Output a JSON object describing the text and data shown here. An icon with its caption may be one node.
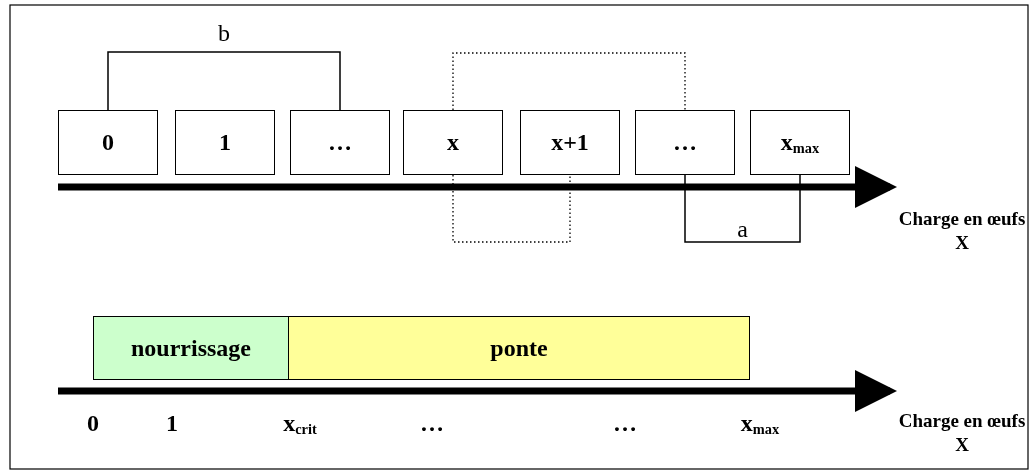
{
  "diagram": {
    "nodes": [
      {
        "text": [
          "0"
        ]
      },
      {
        "text": [
          "1"
        ]
      },
      {
        "text": [
          "…"
        ]
      },
      {
        "text": [
          "x"
        ]
      },
      {
        "text": [
          "x+1"
        ]
      },
      {
        "text": [
          "…"
        ]
      },
      {
        "text": [
          "x$_{max}$"
        ]
      },
      {
        "text": [
          "nourrissage"
        ]
      },
      {
        "text": [
          "ponte"
        ]
      }
    ],
    "edges": [
      {
        "from": 0,
        "to": 2,
        "arrow": "none",
        "label": "b"
      },
      {
        "from": 3,
        "to": 5,
        "arrow": "none",
        "style": "dashed"
      },
      {
        "from": 3,
        "to": 4,
        "arrow": "none",
        "style": "dashed"
      },
      {
        "from": 5,
        "to": 6,
        "arrow": "none",
        "label": "a"
      }
    ],
    "labels": [
      "Charge en œufs",
      "X",
      "0",
      "1",
      "x$_{crit}$",
      "…",
      "…",
      "x$_{max}$",
      "Charge en œufs",
      "X"
    ]
  }
}
